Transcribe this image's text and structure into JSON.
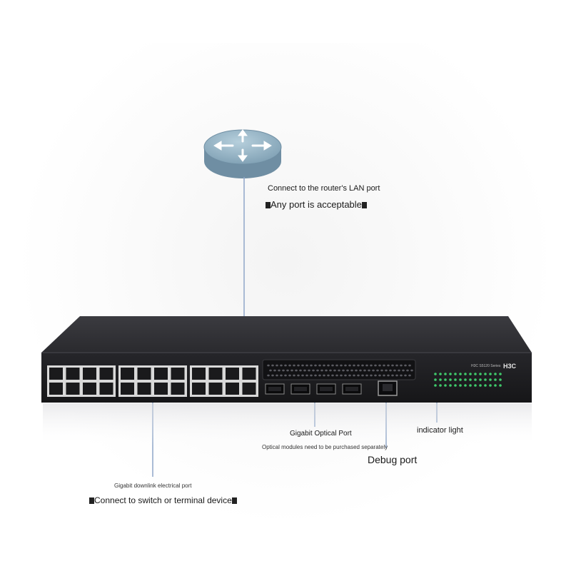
{
  "labels": {
    "router_line1": "Connect to the router's LAN port",
    "router_line2": "Any port is acceptable",
    "optical_title": "Gigabit Optical Port",
    "optical_note": "Optical modules need to be purchased separately",
    "debug": "Debug port",
    "indicator": "indicator light",
    "gigabit_title": "Gigabit downlink electrical port",
    "gigabit_note": "Connect to switch or terminal device"
  },
  "device": {
    "brand": "H3C",
    "model_text": "H3C S5120 Series",
    "rj45_port_count": 24,
    "sfp_port_count": 4,
    "indicator_rows": 3
  },
  "colors": {
    "chassis": "#2b2b2f",
    "front_panel": "#1d1d20",
    "router_body": "#8fb0c2",
    "callout_line": "#8fa6c8",
    "led": "#3fc86a"
  },
  "icons": {
    "router": "router-icon"
  }
}
